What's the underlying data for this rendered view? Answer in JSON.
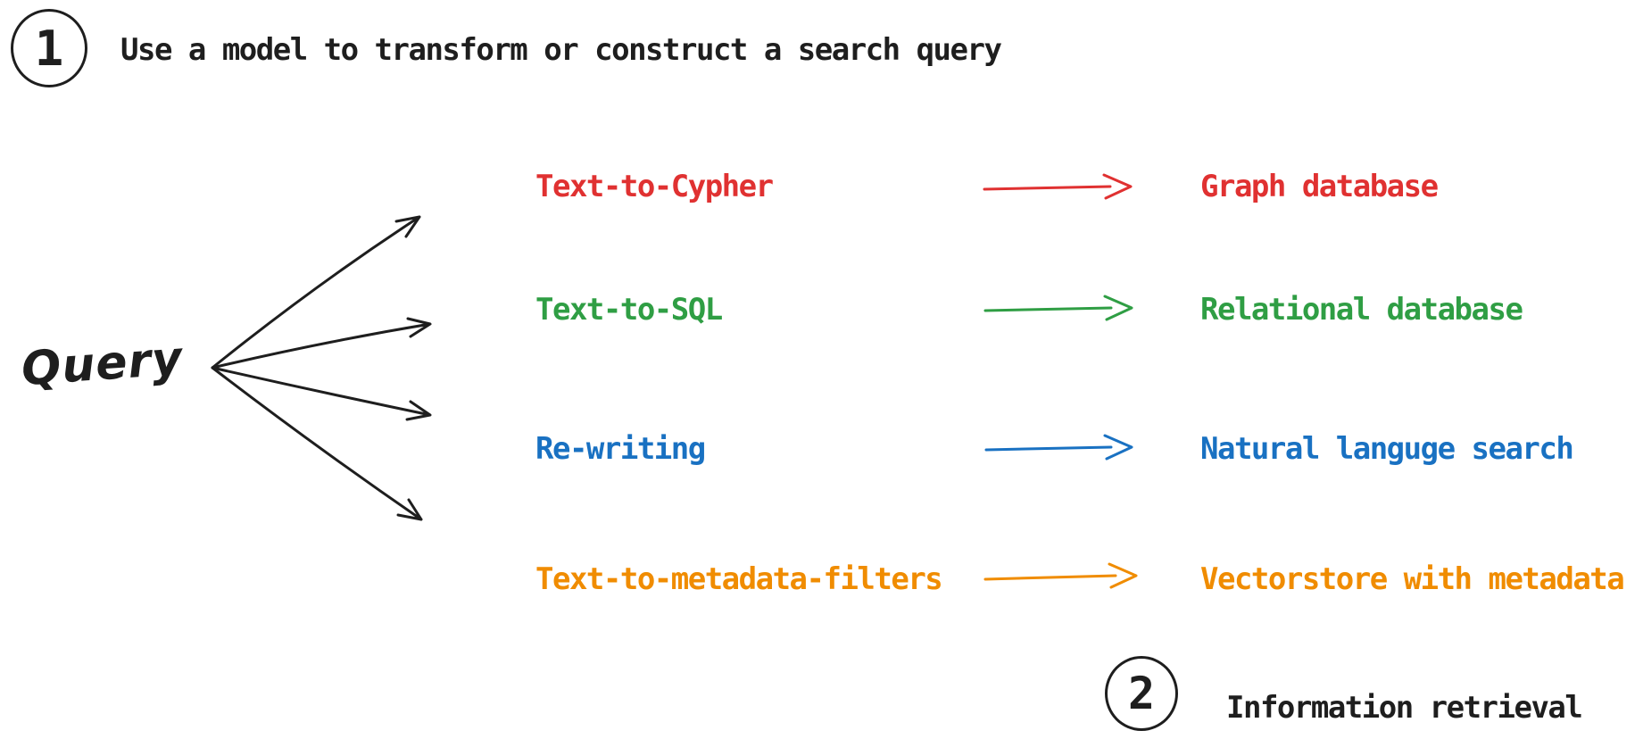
{
  "diagram": {
    "background": "#ffffff",
    "ink_color": "#1e1e1e",
    "steps": [
      {
        "number": "1",
        "label": "Use a model to transform or construct a search query"
      },
      {
        "number": "2",
        "label": "Information retrieval"
      }
    ],
    "source": {
      "label": "Query"
    },
    "mappings": [
      {
        "method": "Text-to-Cypher",
        "target": "Graph database",
        "color": "#e03131"
      },
      {
        "method": "Text-to-SQL",
        "target": "Relational database",
        "color": "#2f9e44"
      },
      {
        "method": "Re-writing",
        "target": "Natural languge search",
        "color": "#1971c2"
      },
      {
        "method": "Text-to-metadata-filters",
        "target": "Vectorstore with metadata",
        "color": "#f08c00"
      }
    ]
  }
}
